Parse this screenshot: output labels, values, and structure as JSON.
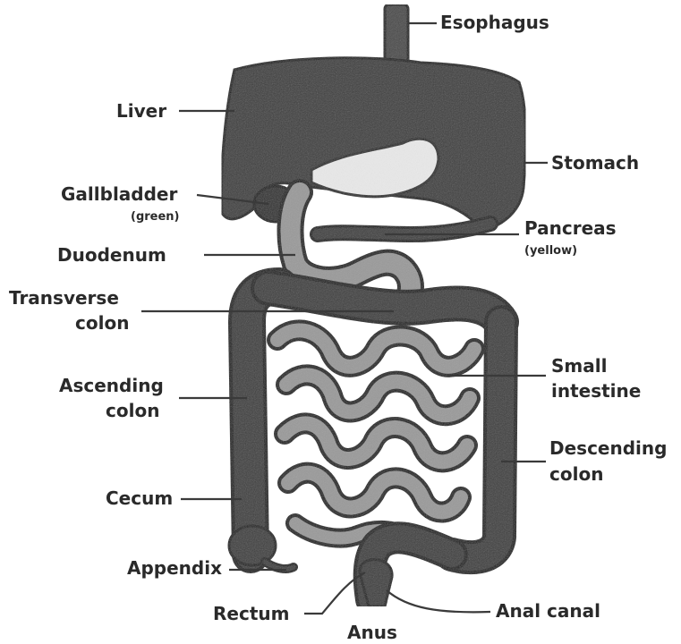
{
  "labels": {
    "esophagus": "Esophagus",
    "liver": "Liver",
    "stomach": "Stomach",
    "gallbladder": "Gallbladder",
    "gallbladder_note": "(green)",
    "pancreas": "Pancreas",
    "pancreas_note": "(yellow)",
    "duodenum": "Duodenum",
    "transverse_colon_line1": "Transverse",
    "transverse_colon_line2": "colon",
    "small_intestine_line1": "Small",
    "small_intestine_line2": "intestine",
    "ascending_colon_line1": "Ascending",
    "ascending_colon_line2": "colon",
    "descending_colon_line1": "Descending",
    "descending_colon_line2": "colon",
    "cecum": "Cecum",
    "appendix": "Appendix",
    "rectum": "Rectum",
    "anus": "Anus",
    "anal_canal": "Anal canal"
  }
}
